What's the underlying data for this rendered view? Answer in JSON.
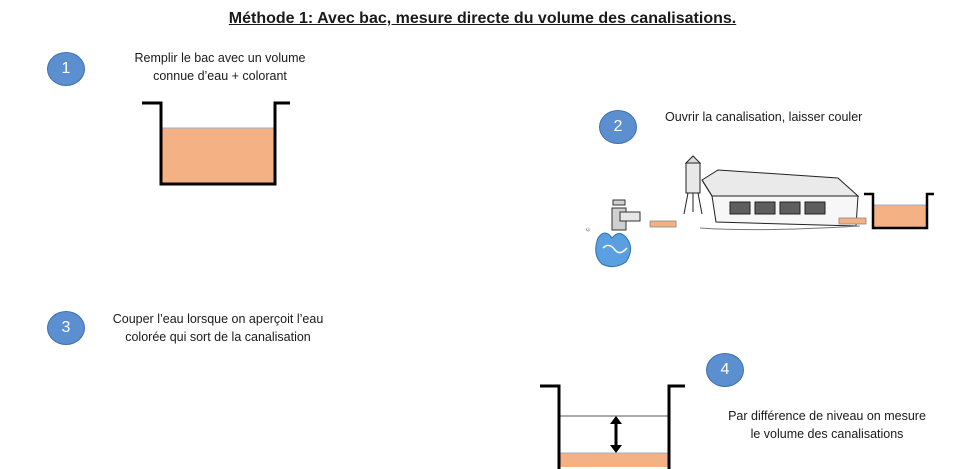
{
  "title": "Méthode 1: Avec bac, mesure directe du volume des canalisations.",
  "steps": [
    {
      "number": "1",
      "lines": [
        "Remplir le bac avec un volume",
        "connue d’eau + colorant"
      ]
    },
    {
      "number": "2",
      "lines": [
        "Ouvrir la canalisation, laisser couler"
      ]
    },
    {
      "number": "3",
      "lines": [
        "Couper l’eau lorsque on aperçoit l’eau",
        "colorée qui sort de la canalisation"
      ]
    },
    {
      "number": "4",
      "lines": [
        "Par différence de niveau on mesure",
        "le volume des canalisations"
      ]
    }
  ],
  "colors": {
    "water": "#f4b183",
    "badge": "#5b8fd0",
    "tank_wall": "#000000"
  }
}
